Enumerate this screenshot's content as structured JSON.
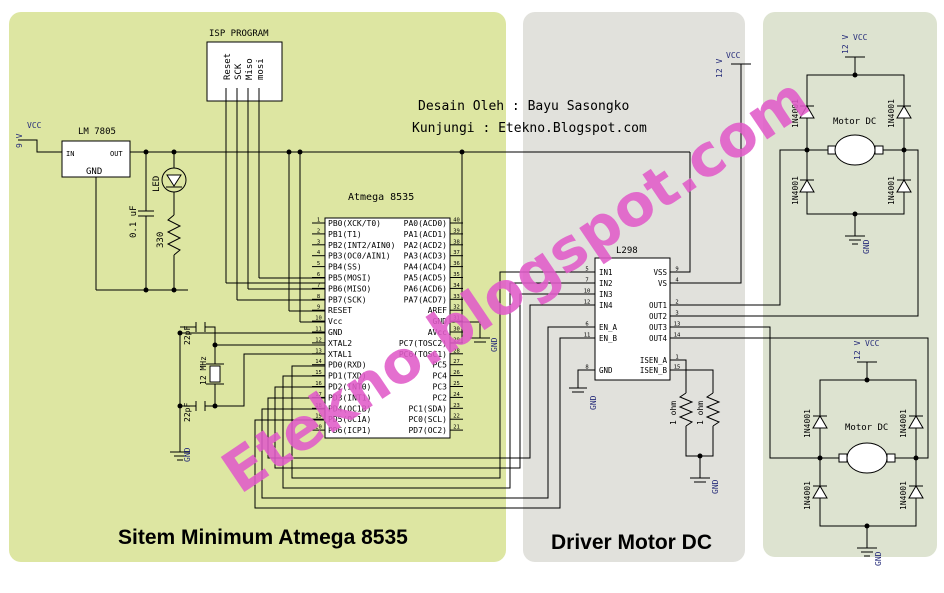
{
  "panels": {
    "left_title": "Sitem Minimum Atmega 8535",
    "middle_title": "Driver Motor DC"
  },
  "header": {
    "designer": "Desain Oleh : Bayu Sasongko",
    "visit": "Kunjungi : Etekno.Blogspot.com"
  },
  "watermark": {
    "line1": "Etekno.blogspot.com"
  },
  "isp": {
    "label": "ISP PROGRAM",
    "pins": [
      "Reset",
      "SCK",
      "Miso",
      "mosi"
    ]
  },
  "regulator": {
    "name": "LM 7805",
    "in": "IN",
    "out": "OUT",
    "gnd": "GND",
    "input_voltage": "9 V",
    "vcc": "VCC"
  },
  "passives": {
    "cap_main": "0.1 uF",
    "resistor": "330",
    "led": "LED",
    "crystal": "12 MHz",
    "cap_x1": "22pF",
    "cap_x2": "22pF",
    "sense1": "1 ohm",
    "sense2": "1 ohm",
    "gnd": "GND"
  },
  "mcu": {
    "name": "Atmega 8535",
    "left_pins": [
      {
        "label": "PB0(XCK/T0)",
        "num": "1"
      },
      {
        "label": "PB1(T1)",
        "num": "2"
      },
      {
        "label": "PB2(INT2/AIN0)",
        "num": "3"
      },
      {
        "label": "PB3(OC0/AIN1)",
        "num": "4"
      },
      {
        "label": "PB4(SS)",
        "num": "5"
      },
      {
        "label": "PB5(MOSI)",
        "num": "6"
      },
      {
        "label": "PB6(MISO)",
        "num": "7"
      },
      {
        "label": "PB7(SCK)",
        "num": "8"
      },
      {
        "label": "RESET",
        "num": "9"
      },
      {
        "label": "Vcc",
        "num": "10"
      },
      {
        "label": "GND",
        "num": "11"
      },
      {
        "label": "XTAL2",
        "num": "12"
      },
      {
        "label": "XTAL1",
        "num": "13"
      },
      {
        "label": "PD0(RXD)",
        "num": "14"
      },
      {
        "label": "PD1(TXD)",
        "num": "15"
      },
      {
        "label": "PD2(INT0)",
        "num": "16"
      },
      {
        "label": "PD3(INT1)",
        "num": "17"
      },
      {
        "label": "PD4(OC1B)",
        "num": "18"
      },
      {
        "label": "PD5(OC1A)",
        "num": "19"
      },
      {
        "label": "PD6(ICP1)",
        "num": "20"
      }
    ],
    "right_pins": [
      {
        "label": "PA0(ACD0)",
        "num": "40"
      },
      {
        "label": "PA1(ACD1)",
        "num": "39"
      },
      {
        "label": "PA2(ACD2)",
        "num": "38"
      },
      {
        "label": "PA3(ACD3)",
        "num": "37"
      },
      {
        "label": "PA4(ACD4)",
        "num": "36"
      },
      {
        "label": "PA5(ACD5)",
        "num": "35"
      },
      {
        "label": "PA6(ACD6)",
        "num": "34"
      },
      {
        "label": "PA7(ACD7)",
        "num": "33"
      },
      {
        "label": "AREF",
        "num": "32"
      },
      {
        "label": "GND",
        "num": "31"
      },
      {
        "label": "AVcc",
        "num": "30"
      },
      {
        "label": "PC7(TOSC2)",
        "num": "29"
      },
      {
        "label": "PC6(TOSC1)",
        "num": "28"
      },
      {
        "label": "PC5",
        "num": "27"
      },
      {
        "label": "PC4",
        "num": "26"
      },
      {
        "label": "PC3",
        "num": "25"
      },
      {
        "label": "PC2",
        "num": "24"
      },
      {
        "label": "PC1(SDA)",
        "num": "23"
      },
      {
        "label": "PC0(SCL)",
        "num": "22"
      },
      {
        "label": "PD7(OC2)",
        "num": "21"
      }
    ]
  },
  "driver": {
    "name": "L298",
    "left_pins": [
      {
        "label": "IN1",
        "num": "5"
      },
      {
        "label": "IN2",
        "num": "7"
      },
      {
        "label": "IN3",
        "num": "10"
      },
      {
        "label": "IN4",
        "num": "12"
      },
      {
        "label": "EN_A",
        "num": "6"
      },
      {
        "label": "EN_B",
        "num": "11"
      },
      {
        "label": "GND",
        "num": "8"
      }
    ],
    "right_pins": [
      {
        "label": "VSS",
        "num": "9"
      },
      {
        "label": "VS",
        "num": "4"
      },
      {
        "label": "OUT1",
        "num": "2"
      },
      {
        "label": "OUT2",
        "num": "3"
      },
      {
        "label": "OUT3",
        "num": "13"
      },
      {
        "label": "OUT4",
        "num": "14"
      },
      {
        "label": "ISEN_A",
        "num": "1"
      },
      {
        "label": "ISEN_B",
        "num": "15"
      }
    ],
    "supply_voltage": "12 V",
    "vcc": "VCC",
    "gnd": "GND"
  },
  "motors": [
    {
      "label": "Motor DC",
      "voltage": "12 V",
      "vcc": "VCC",
      "gnd": "GND",
      "diodes": [
        "1N4001",
        "1N4001",
        "1N4001",
        "1N4001"
      ]
    },
    {
      "label": "Motor DC",
      "voltage": "12 V",
      "vcc": "VCC",
      "gnd": "GND",
      "diodes": [
        "1N4001",
        "1N4001",
        "1N4001",
        "1N4001"
      ]
    }
  ],
  "colors": {
    "left_panel": "#dde6a2",
    "middle_panel": "#e1e1dc",
    "right_panel": "#dde3d0",
    "wire": "#000000",
    "watermark": "#e05bc8",
    "label_blue": "#262c7a"
  }
}
